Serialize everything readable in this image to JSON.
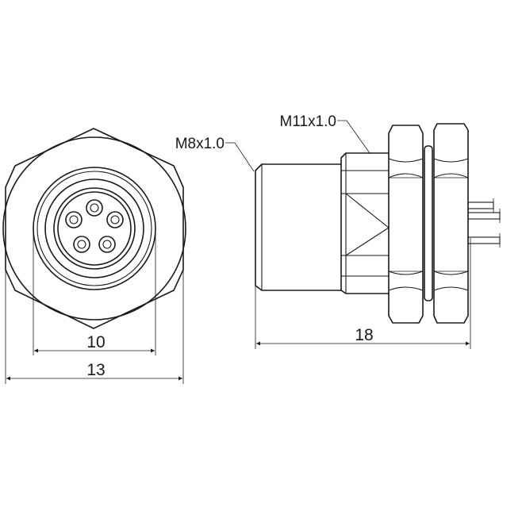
{
  "labels": {
    "thread_m8": "M8x1.0",
    "thread_m11": "M11x1.0"
  },
  "dimensions": {
    "inner_width": "10",
    "outer_width": "13",
    "length": "18"
  },
  "colors": {
    "line": "#1a1a1a",
    "background": "#ffffff"
  }
}
